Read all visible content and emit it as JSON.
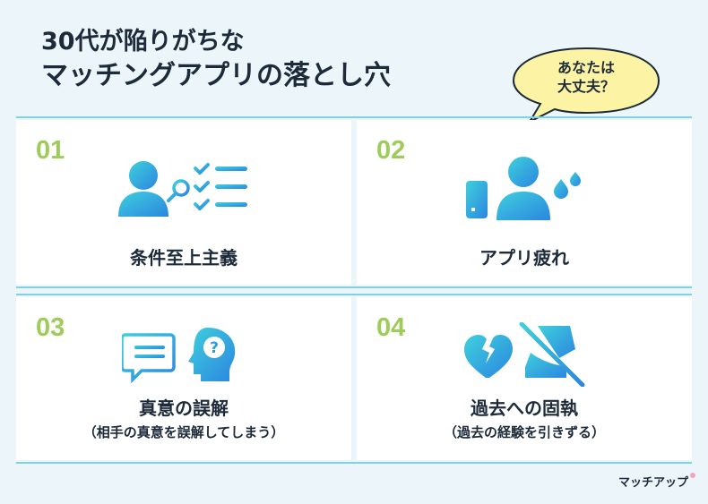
{
  "title": {
    "line1": "30代が陥りがちな",
    "line2": "マッチングアプリの落とし穴"
  },
  "bubble": {
    "line1": "あなたは",
    "line2": "大丈夫？"
  },
  "cards": [
    {
      "number": "01",
      "label": "条件至上主義",
      "icon": "user-search-checklist-icon"
    },
    {
      "number": "02",
      "label": "アプリ疲れ",
      "icon": "tired-user-phone-icon"
    },
    {
      "number": "03",
      "label": "真意の誤解",
      "sub": "（相手の真意を誤解してしまう）",
      "icon": "chat-question-head-icon"
    },
    {
      "number": "04",
      "label": "過去への固執",
      "sub": "（過去の経験を引きずる）",
      "icon": "broken-heart-shoe-icon"
    }
  ],
  "logo": {
    "text": "マッチアップ"
  },
  "colors": {
    "background": "#ebf5fa",
    "number_green": "#9dcc5a",
    "icon_gradient_top": "#3ec6df",
    "icon_gradient_bottom": "#2b8fe0",
    "bubble_fill": "#fdf3a4"
  }
}
